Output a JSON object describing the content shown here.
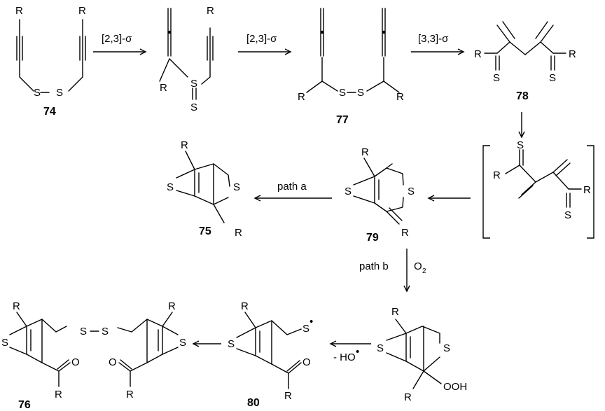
{
  "atoms": {
    "R": "R",
    "S": "S",
    "O": "O",
    "O2_main": "O",
    "O2_sub": "2",
    "OOH": "OOH",
    "HO": "- HO",
    "radical": "•"
  },
  "compounds": {
    "c74": "74",
    "c75": "75",
    "c76": "76",
    "c77": "77",
    "c78": "78",
    "c79": "79",
    "c80": "80"
  },
  "conditions": {
    "sigma23": "[2,3]-σ",
    "sigma33": "[3,3]-σ",
    "path_a": "path a",
    "path_b": "path b"
  }
}
